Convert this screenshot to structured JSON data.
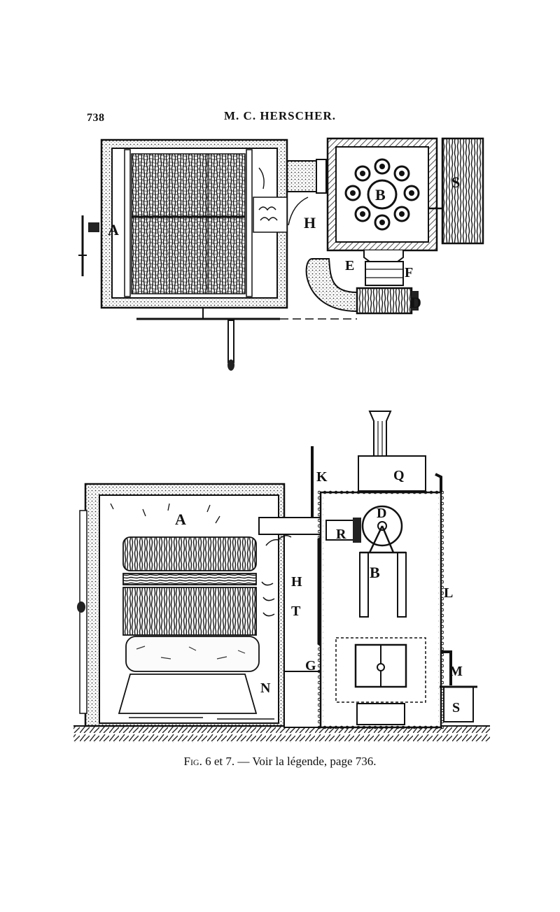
{
  "header": {
    "page_number": "738",
    "running_title": "M. C. HERSCHER."
  },
  "figure_top": {
    "labels": {
      "A": "A",
      "B": "B",
      "H": "H",
      "S": "S",
      "E": "E",
      "F": "F",
      "D": "D"
    }
  },
  "figure_bottom": {
    "labels": {
      "A": "A",
      "K": "K",
      "Q": "Q",
      "D": "D",
      "R": "R",
      "H": "H",
      "B": "B",
      "T": "T",
      "L": "L",
      "G": "G",
      "N": "N",
      "M": "M",
      "S": "S"
    }
  },
  "caption": {
    "fig_word": "Fig.",
    "text": " 6 et 7. — Voir la légende, page 736."
  }
}
